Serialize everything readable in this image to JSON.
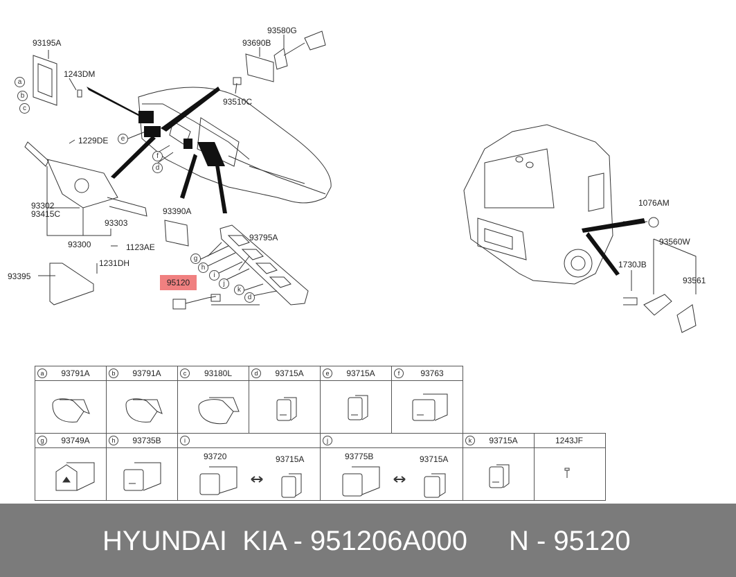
{
  "callouts": {
    "p93195A": "93195A",
    "p1243DM": "1243DM",
    "p93690B": "93690B",
    "p93580G": "93580G",
    "p93510C": "93510C",
    "p1229DE": "1229DE",
    "p93302": "93302",
    "p93415C": "93415C",
    "p93303": "93303",
    "p93300": "93300",
    "p1123AE": "1123AE",
    "p1231DH": "1231DH",
    "p93395": "93395",
    "p93390A": "93390A",
    "p93795A": "93795A",
    "p95120": "95120",
    "p1076AM": "1076AM",
    "p93560W": "93560W",
    "p1730JB": "1730JB",
    "p93561": "93561"
  },
  "letters": {
    "a": "a",
    "b": "b",
    "c": "c",
    "d": "d",
    "e": "e",
    "f": "f",
    "g": "g",
    "h": "h",
    "i": "i",
    "j": "j",
    "k": "k"
  },
  "table": {
    "row1": [
      {
        "code": "a",
        "part": "93791A"
      },
      {
        "code": "b",
        "part": "93791A"
      },
      {
        "code": "c",
        "part": "93180L"
      },
      {
        "code": "d",
        "part": "93715A"
      },
      {
        "code": "e",
        "part": "93715A"
      },
      {
        "code": "f",
        "part": "93763"
      }
    ],
    "row2": [
      {
        "code": "g",
        "part": "93749A"
      },
      {
        "code": "h",
        "part": "93735B"
      },
      {
        "code": "i",
        "part_a": "93720",
        "part_b": "93715A"
      },
      {
        "code": "j",
        "part_a": "93775B",
        "part_b": "93715A"
      },
      {
        "code": "k",
        "part": "93715A"
      },
      {
        "code": "",
        "part": "1243JF"
      }
    ]
  },
  "footer": {
    "brand": "HYUNDAI  KIA - 951206A000",
    "number": "N - 95120"
  },
  "colors": {
    "highlight": "#f08080",
    "footer_bg": "#7b7b7b",
    "line": "#333333"
  }
}
